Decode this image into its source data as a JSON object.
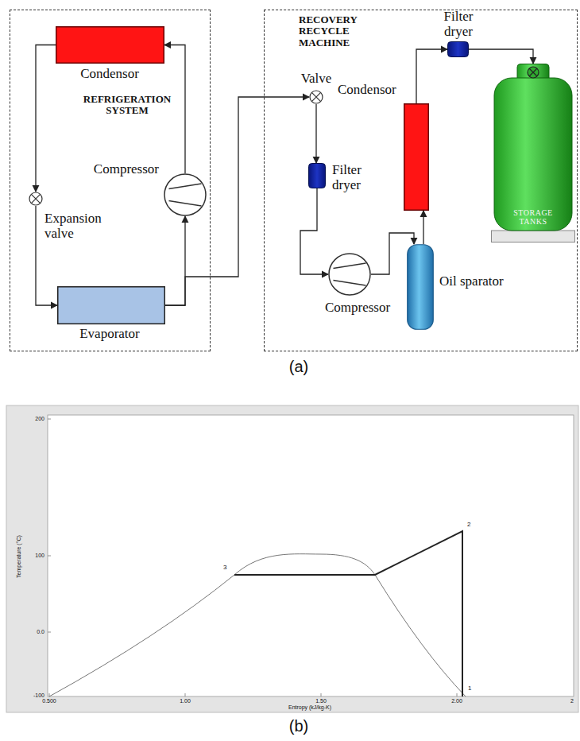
{
  "diagram": {
    "nodes": [
      {
        "text": [
          "REFRIGERATION SYSTEM"
        ]
      },
      {
        "text": [
          "Condensor"
        ],
        "in": 0
      },
      {
        "text": [
          "Compressor"
        ],
        "in": 0
      },
      {
        "text": [
          "Expansion valve"
        ],
        "in": 0
      },
      {
        "text": [
          "Evaporator"
        ],
        "in": 0
      },
      {
        "text": [
          "RECOVERY RECYCLE MACHINE"
        ]
      },
      {
        "text": [
          "Valve"
        ],
        "in": 5
      },
      {
        "text": [
          "Filter dryer"
        ],
        "in": 5
      },
      {
        "text": [
          "Compressor"
        ],
        "in": 5
      },
      {
        "text": [
          "Oil sparator"
        ],
        "in": 5
      },
      {
        "text": [
          "Condensor"
        ],
        "in": 5
      },
      {
        "text": [
          "Filter dryer"
        ],
        "in": 5
      },
      {
        "text": [
          "STORAGE TANKS"
        ],
        "in": 5
      }
    ],
    "edges": [
      {
        "from": 2,
        "to": 1,
        "arrow": "to"
      },
      {
        "from": 1,
        "to": 3,
        "arrow": "to"
      },
      {
        "from": 3,
        "to": 4,
        "arrow": "to"
      },
      {
        "from": 4,
        "to": 2,
        "arrow": "to"
      },
      {
        "from": 4,
        "to": 6,
        "arrow": "to"
      },
      {
        "from": 6,
        "to": 7,
        "arrow": "to"
      },
      {
        "from": 7,
        "to": 8,
        "arrow": "to"
      },
      {
        "from": 8,
        "to": 9,
        "arrow": "to"
      },
      {
        "from": 9,
        "to": 10,
        "arrow": "to"
      },
      {
        "from": 10,
        "to": 11,
        "arrow": "to"
      },
      {
        "from": 11,
        "to": 12,
        "arrow": "to"
      }
    ],
    "labels": [
      "(a)",
      "Temperature (°C)",
      "200",
      "100",
      "0.0",
      "-100",
      "0.500",
      "1.00",
      "1.50",
      "2.00",
      "2",
      "Entropy (kJ/kg-K)",
      "1",
      "2",
      "3",
      "(b)"
    ]
  }
}
